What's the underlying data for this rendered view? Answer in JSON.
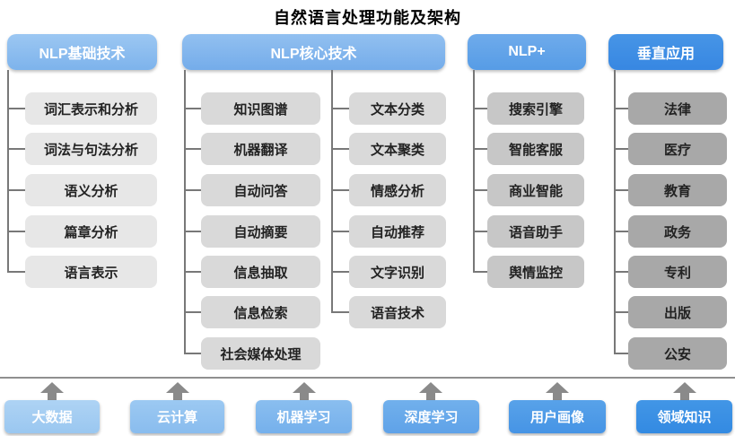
{
  "title": "自然语言处理功能及架构",
  "basic": {
    "header": "NLP基础技术",
    "items": [
      "词汇表示和分析",
      "词法与句法分析",
      "语义分析",
      "篇章分析",
      "语言表示"
    ]
  },
  "core": {
    "header": "NLP核心技术",
    "left": [
      "知识图谱",
      "机器翻译",
      "自动问答",
      "自动摘要",
      "信息抽取",
      "信息检索",
      "社会媒体处理"
    ],
    "right": [
      "文本分类",
      "文本聚类",
      "情感分析",
      "自动推荐",
      "文字识别",
      "语音技术"
    ]
  },
  "plus": {
    "header": "NLP+",
    "items": [
      "搜索引擎",
      "智能客服",
      "商业智能",
      "语音助手",
      "舆情监控"
    ]
  },
  "vertical": {
    "header": "垂直应用",
    "items": [
      "法律",
      "医疗",
      "教育",
      "政务",
      "专利",
      "出版",
      "公安"
    ]
  },
  "foundation": {
    "items": [
      "大数据",
      "云计算",
      "机器学习",
      "深度学习",
      "用户画像",
      "领域知识"
    ]
  },
  "colors": {
    "header_blues": [
      "#8abdf0",
      "#7fb5ee",
      "#60a3e8",
      "#3c8ee5"
    ],
    "item_grays": [
      "#e7e7e7",
      "#d9d9d9",
      "#c7c7c7",
      "#a8a8a8"
    ],
    "foundation_blues": [
      "#a4cdf2",
      "#93c3f0",
      "#80b8ee",
      "#68abea",
      "#4f9de7",
      "#3991e4"
    ],
    "connector_gray": "#787878",
    "arrow_gray": "#8a8a8a"
  }
}
